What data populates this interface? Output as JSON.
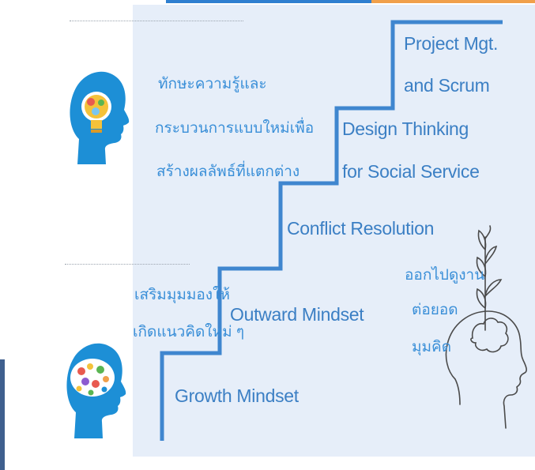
{
  "colors": {
    "panel_bg": "#e6eef9",
    "stair_line": "#3f86cf",
    "text_blue": "#3b7fc4",
    "thai_text": "#3a8fd8",
    "head_blue": "#1d8fd6",
    "accent_orange": "#f0a04b"
  },
  "icons": {
    "top_head": "head-with-lightbulb-icon",
    "bottom_head": "head-with-gears-brain-icon",
    "right_head": "head-with-sprout-icon"
  },
  "thai_top": [
    "ทักษะความรู้และ",
    "กระบวนการแบบใหม่เพื่อ",
    "สร้างผลลัพธ์ที่แตกต่าง"
  ],
  "thai_bottom": [
    "เสริมมุมมองให้",
    "เกิดแนวคิดใหม่ ๆ"
  ],
  "thai_right": [
    "ออกไปดูงาน",
    "ต่อยอด",
    "มุมคิด"
  ],
  "steps": {
    "step1": "Growth Mindset",
    "step2": "Outward Mindset",
    "step3": "Conflict Resolution",
    "step4_line1": "Design Thinking",
    "step4_line2": "for Social Service",
    "step5_line1": "Project Mgt.",
    "step5_line2": "and Scrum"
  }
}
